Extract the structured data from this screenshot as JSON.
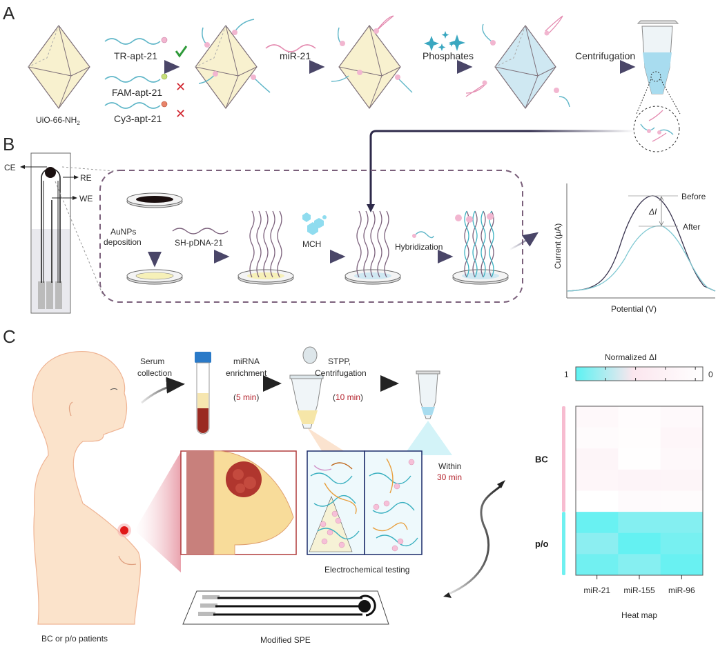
{
  "panels": {
    "A": {
      "label": "A",
      "mof_label": "UiO-66-NH",
      "mof_subscript": "2",
      "probes": [
        {
          "name": "TR-apt-21",
          "result": "check",
          "dye_color": "#f2b6d0"
        },
        {
          "name": "FAM-apt-21",
          "result": "cross",
          "dye_color": "#c8e07a"
        },
        {
          "name": "Cy3-apt-21",
          "result": "cross",
          "dye_color": "#e8846a"
        }
      ],
      "step_mir": "miR-21",
      "step_phosphates": "Phosphates",
      "step_centrifugation": "Centrifugation"
    },
    "B": {
      "label": "B",
      "electrodes": {
        "ce": "CE",
        "re": "RE",
        "we": "WE"
      },
      "step_aunps_1": "AuNPs",
      "step_aunps_2": "deposition",
      "step_probe": "SH-pDNA-21",
      "step_mch": "MCH",
      "step_hybridization": "Hybridization",
      "dpv": {
        "xlabel": "Potential (V)",
        "ylabel": "Current (μA)",
        "before": "Before",
        "after": "After",
        "delta": "ΔI"
      }
    },
    "C": {
      "label": "C",
      "step_serum_1": "Serum",
      "step_serum_2": "collection",
      "step_enrich_1": "miRNA",
      "step_enrich_2": "enrichment",
      "enrich_time_open": "(",
      "enrich_time": "5 min",
      "enrich_time_close": ")",
      "step_stpp_1": "STPP,",
      "step_stpp_2": "Centrifugation",
      "stpp_time_open": "(",
      "stpp_time": "10 min",
      "stpp_time_close": ")",
      "within_label": "Within",
      "within_time": "30 min",
      "electrochem_label": "Electrochemical testing",
      "spe_label": "Modified SPE",
      "patients_label": "BC or p/o patients"
    }
  },
  "chart_data": {
    "type": "heatmap",
    "title": "Heat map",
    "colorbar_title": "Normalized ΔI",
    "colorbar_min_label": "0",
    "colorbar_max_label": "1",
    "colorbar_range": [
      0,
      1
    ],
    "colors": {
      "high": "#5cf2f2",
      "mid": "#fbe6ee",
      "low": "#ffffff"
    },
    "columns": [
      "miR-21",
      "miR-155",
      "miR-96"
    ],
    "groups": [
      {
        "name": "BC",
        "color": "#f7bcd0",
        "rows": 5
      },
      {
        "name": "p/o",
        "color": "#6ff0f0",
        "rows": 3
      }
    ],
    "values": [
      [
        0.12,
        0.05,
        0.1
      ],
      [
        0.06,
        0.04,
        0.15
      ],
      [
        0.16,
        0.02,
        0.12
      ],
      [
        0.15,
        0.17,
        0.16
      ],
      [
        0.0,
        0.08,
        0.06
      ],
      [
        0.95,
        0.85,
        0.85
      ],
      [
        0.82,
        0.97,
        0.9
      ],
      [
        0.92,
        0.84,
        0.95
      ]
    ]
  }
}
